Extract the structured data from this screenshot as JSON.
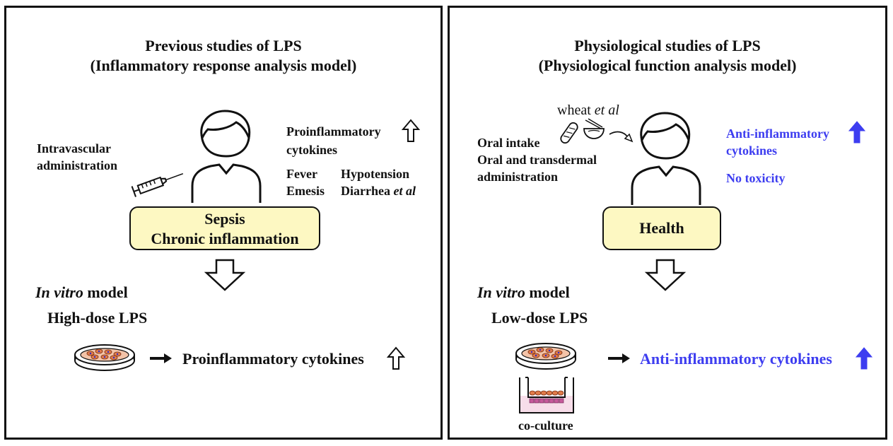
{
  "left": {
    "title_line1": "Previous studies of LPS",
    "title_line2": "(Inflammatory response analysis model)",
    "route_line1": "Intravascular",
    "route_line2": "administration",
    "effect_line1": "Proinflammatory",
    "effect_line2": "cytokines",
    "symptom_fever": "Fever",
    "symptom_hypotension": "Hypotension",
    "symptom_emesis": "Emesis",
    "symptom_diarrhea": "Diarrhea",
    "symptom_etal": "et al",
    "box_line1": "Sepsis",
    "box_line2": "Chronic inflammation",
    "invitro_italic": "In vitro",
    "invitro_rest": " model",
    "dose_label": "High-dose LPS",
    "result_label": "Proinflammatory cytokines"
  },
  "right": {
    "title_line1": "Physiological studies of LPS",
    "title_line2": "(Physiological function analysis model)",
    "food_wheat": "wheat ",
    "food_etal": "et al",
    "route_line1": "Oral intake",
    "route_line2": "Oral and transdermal",
    "route_line3": "administration",
    "effect_line1": "Anti-inflammatory",
    "effect_line2": "cytokines",
    "effect_line3": "No toxicity",
    "box_label": "Health",
    "invitro_italic": "In vitro",
    "invitro_rest": " model",
    "dose_label": "Low-dose LPS",
    "result_label": "Anti-inflammatory cytokines",
    "coculture_label": "co-culture"
  },
  "colors": {
    "highlight_blue": "#3d3df0",
    "box_fill": "#fdf8c2",
    "cell_orange": "#e07a4a"
  },
  "icons": [
    "person-icon",
    "syringe-icon",
    "bread-icon",
    "bowl-icon",
    "hollow-up-arrow-icon",
    "solid-up-arrow-icon",
    "hollow-down-arrow-icon",
    "right-arrow-icon",
    "petri-dish-icon",
    "coculture-well-icon"
  ]
}
